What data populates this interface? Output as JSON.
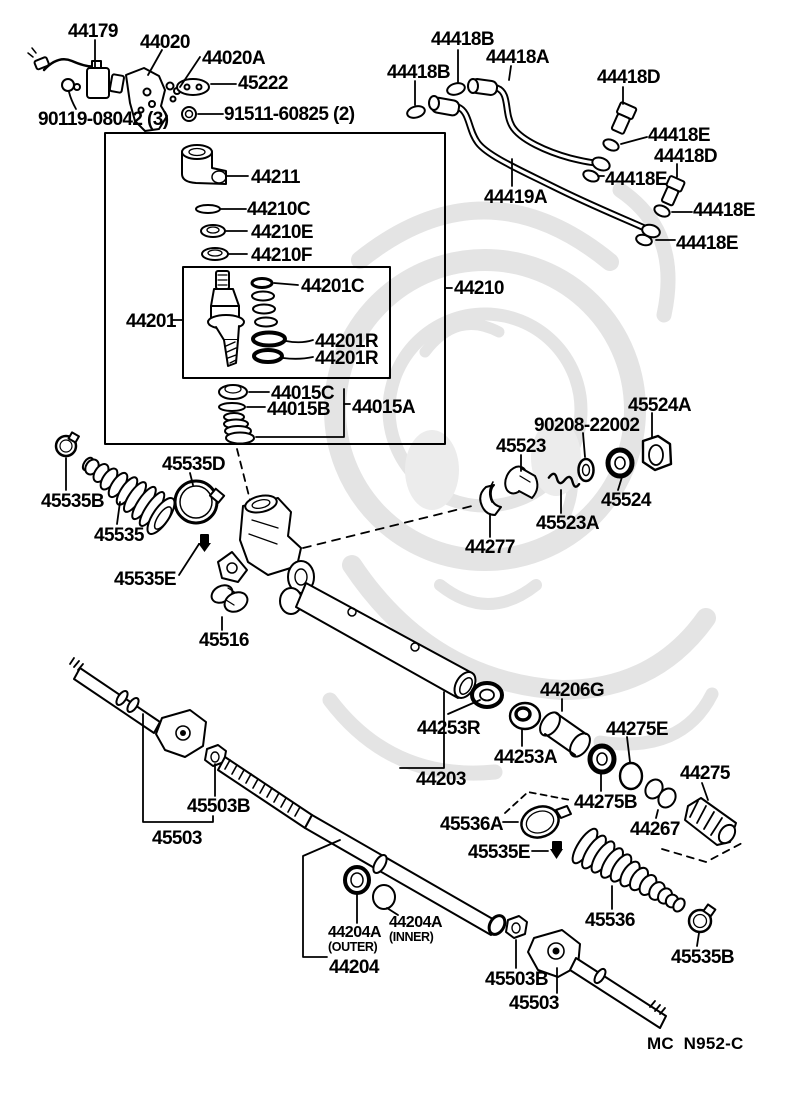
{
  "colors": {
    "line": "#000000",
    "background": "#ffffff",
    "watermark": "#e4e4e4"
  },
  "footer": {
    "drawing_code": "MC  N952-C"
  },
  "labels": {
    "p44179": "44179",
    "p44020": "44020",
    "p44020a": "44020A",
    "p45222": "45222",
    "p91511": "91511-60825 (2)",
    "p90119": "90119-08042 (3)",
    "p44418b_1": "44418B",
    "p44418a": "44418A",
    "p44418b_2": "44418B",
    "p44418d_1": "44418D",
    "p44418e_1": "44418E",
    "p44418d_2": "44418D",
    "p44418e_2": "44418E",
    "p44419a": "44419A",
    "p44418e_3": "44418E",
    "p44418e_4": "44418E",
    "p44211": "44211",
    "p44210c": "44210C",
    "p44210e": "44210E",
    "p44210f": "44210F",
    "p44201c": "44201C",
    "p44201": "44201",
    "p44201r_1": "44201R",
    "p44201r_2": "44201R",
    "p44015c": "44015C",
    "p44015b": "44015B",
    "p44015a": "44015A",
    "p44210": "44210",
    "p45535d": "45535D",
    "p45535b_1": "45535B",
    "p45535": "45535",
    "p45535e_1": "45535E",
    "p45516": "45516",
    "p45524a": "45524A",
    "p90208": "90208-22002",
    "p45523": "45523",
    "p45524": "45524",
    "p45523a": "45523A",
    "p44277": "44277",
    "p44206g": "44206G",
    "p44253r": "44253R",
    "p44253a": "44253A",
    "p44203": "44203",
    "p44275e": "44275E",
    "p44275b": "44275B",
    "p44275": "44275",
    "p44267": "44267",
    "p45536a": "45536A",
    "p45535e_2": "45535E",
    "p45536": "45536",
    "p45535b_2": "45535B",
    "p45503b_1": "45503B",
    "p45503_1": "45503",
    "p44204a_outer_1": "44204A",
    "p44204a_outer_2": "(OUTER)",
    "p44204a_inner_1": "44204A",
    "p44204a_inner_2": "(INNER)",
    "p44204": "44204",
    "p45503b_2": "45503B",
    "p45503_2": "45503"
  }
}
